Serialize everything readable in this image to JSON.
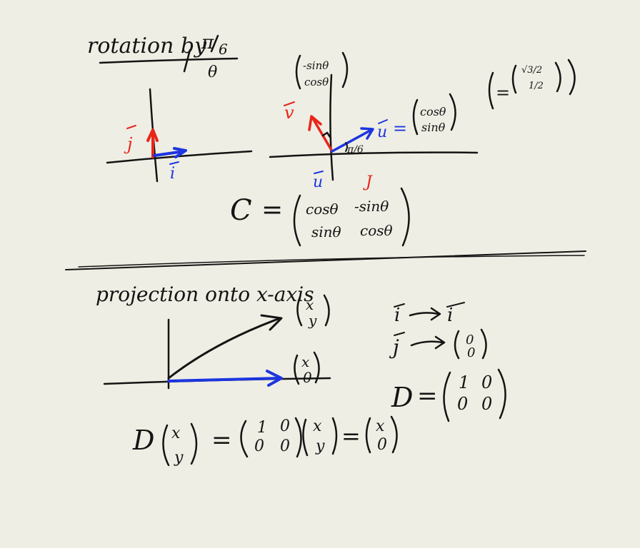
{
  "rotation": {
    "title_prefix": "rotation by",
    "angle_num": "π",
    "angle_den": "6",
    "angle_var": "θ",
    "j_label": "j",
    "i_label": "i",
    "v_label": "v",
    "u_label": "u",
    "v_vec": [
      "-sinθ",
      "cosθ"
    ],
    "u_vec": [
      "cosθ",
      "sinθ"
    ],
    "result_prefix": "=",
    "result_vec": [
      "√3/2",
      "1/2"
    ],
    "angle_mark": "π/6",
    "below_u": "u",
    "below_j": "J",
    "matrix_name": "C",
    "matrix_eq": "=",
    "matrix": [
      [
        "cosθ",
        "-sinθ"
      ],
      [
        "sinθ",
        "cosθ"
      ]
    ]
  },
  "projection": {
    "title": "projection onto x-axis",
    "vec": [
      "x",
      "y"
    ],
    "proj_vec": [
      "x",
      "0"
    ],
    "map_i_from": "i",
    "map_i_to": "i",
    "map_j_from": "j",
    "map_j_to": [
      "0",
      "0"
    ],
    "matrix_name": "D",
    "matrix_eq": "=",
    "matrix": [
      [
        "1",
        "0"
      ],
      [
        "0",
        "0"
      ]
    ],
    "eq_name": "D",
    "eq_vec": [
      "x",
      "y"
    ],
    "eq_sign": "=",
    "eq_matrix": [
      [
        "1",
        "0"
      ],
      [
        "0",
        "0"
      ]
    ],
    "eq_vec2": [
      "x",
      "y"
    ],
    "eq_sign2": "=",
    "eq_result": [
      "x",
      "0"
    ]
  },
  "colors": {
    "ink": "#141414",
    "red": "#e8251a",
    "blue": "#1d35e0",
    "paper": "#eeeee4"
  }
}
